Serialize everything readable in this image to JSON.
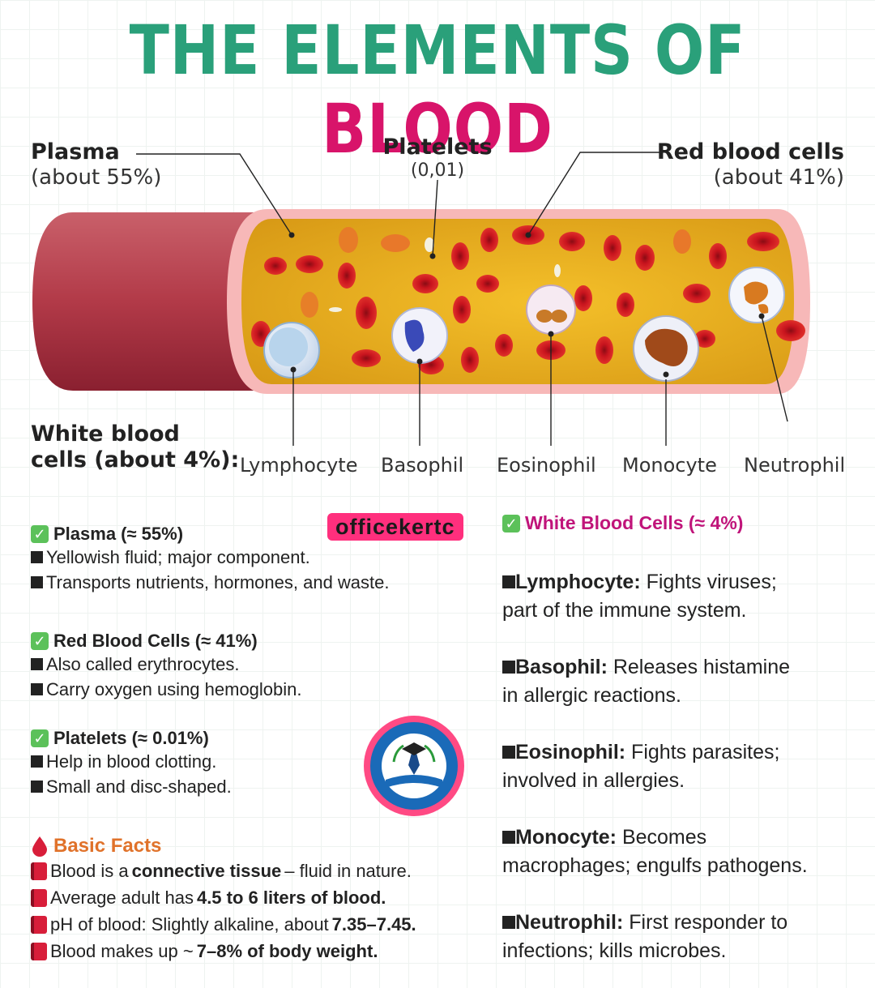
{
  "title": {
    "part1": "THE ELEMENTS OF ",
    "part2": "BLOOD"
  },
  "labels": {
    "plasma": {
      "name": "Plasma",
      "value": "(about 55%)"
    },
    "platelets": {
      "name": "Platelets",
      "value": "(0,01)"
    },
    "rbc": {
      "name": "Red blood cells",
      "value": "(about 41%)"
    },
    "wbc": {
      "line1": "White blood",
      "line2": "cells (about 4%):"
    },
    "wbc_types": [
      "Lymphocyte",
      "Basophil",
      "Eosinophil",
      "Monocyte",
      "Neutrophil"
    ]
  },
  "watermark": "officekertc",
  "left_sections": [
    {
      "heading": "Plasma (≈ 55%)",
      "items": [
        "Yellowish fluid; major component.",
        "Transports nutrients, hormones, and waste."
      ]
    },
    {
      "heading": "Red Blood Cells (≈ 41%)",
      "items": [
        "Also called erythrocytes.",
        "Carry oxygen using hemoglobin."
      ]
    },
    {
      "heading": "Platelets (≈ 0.01%)",
      "items": [
        "Help in blood clotting.",
        "Small and disc-shaped."
      ]
    }
  ],
  "basic_facts": {
    "heading": "Basic Facts",
    "items": [
      {
        "pre": "Blood is a ",
        "bold": "connective tissue",
        "post": " – fluid in nature."
      },
      {
        "pre": "Average adult has ",
        "bold": "4.5 to 6 liters of blood.",
        "post": ""
      },
      {
        "pre": "pH of blood: Slightly alkaline, about ",
        "bold": "7.35–7.45.",
        "post": ""
      },
      {
        "pre": "Blood makes up ~",
        "bold": "7–8% of body weight.",
        "post": ""
      }
    ]
  },
  "right_section": {
    "heading": "White Blood Cells (≈ 4%)",
    "items": [
      {
        "name": "Lymphocyte:",
        "desc1": " Fights viruses;",
        "desc2": "part of the immune system."
      },
      {
        "name": "Basophil:",
        "desc1": " Releases histamine",
        "desc2": "in allergic reactions."
      },
      {
        "name": "Eosinophil:",
        "desc1": " Fights parasites;",
        "desc2": "involved in allergies."
      },
      {
        "name": "Monocyte:",
        "desc1": " Becomes",
        "desc2": "macrophages; engulfs pathogens."
      },
      {
        "name": "Neutrophil:",
        "desc1": " First responder to",
        "desc2": "infections; kills microbes."
      }
    ]
  },
  "colors": {
    "green": "#2aa07a",
    "pink": "#d8146a",
    "orange": "#e0722a",
    "rbc": "#d0202a"
  }
}
